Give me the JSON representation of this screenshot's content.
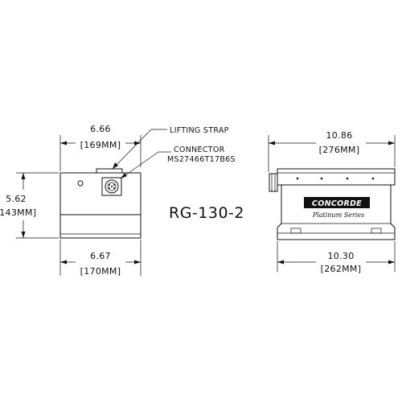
{
  "front_view": {
    "top_width": {
      "inches": "6.66",
      "mm": "[169MM]"
    },
    "height": {
      "inches": "5.62",
      "mm": "[143MM]"
    },
    "base_width": {
      "inches": "6.67",
      "mm": "[170MM]"
    }
  },
  "callouts": {
    "lifting_strap": "LIFTING STRAP",
    "connector": "CONNECTOR",
    "connector_part": "MS27466T17B6S"
  },
  "model": "RG-130-2",
  "side_view": {
    "top_length": {
      "inches": "10.86",
      "mm": "[276MM]"
    },
    "base_length": {
      "inches": "10.30",
      "mm": "[262MM]"
    },
    "logo": "CONCORDE",
    "logo_subtitle": "Platinum Series"
  }
}
